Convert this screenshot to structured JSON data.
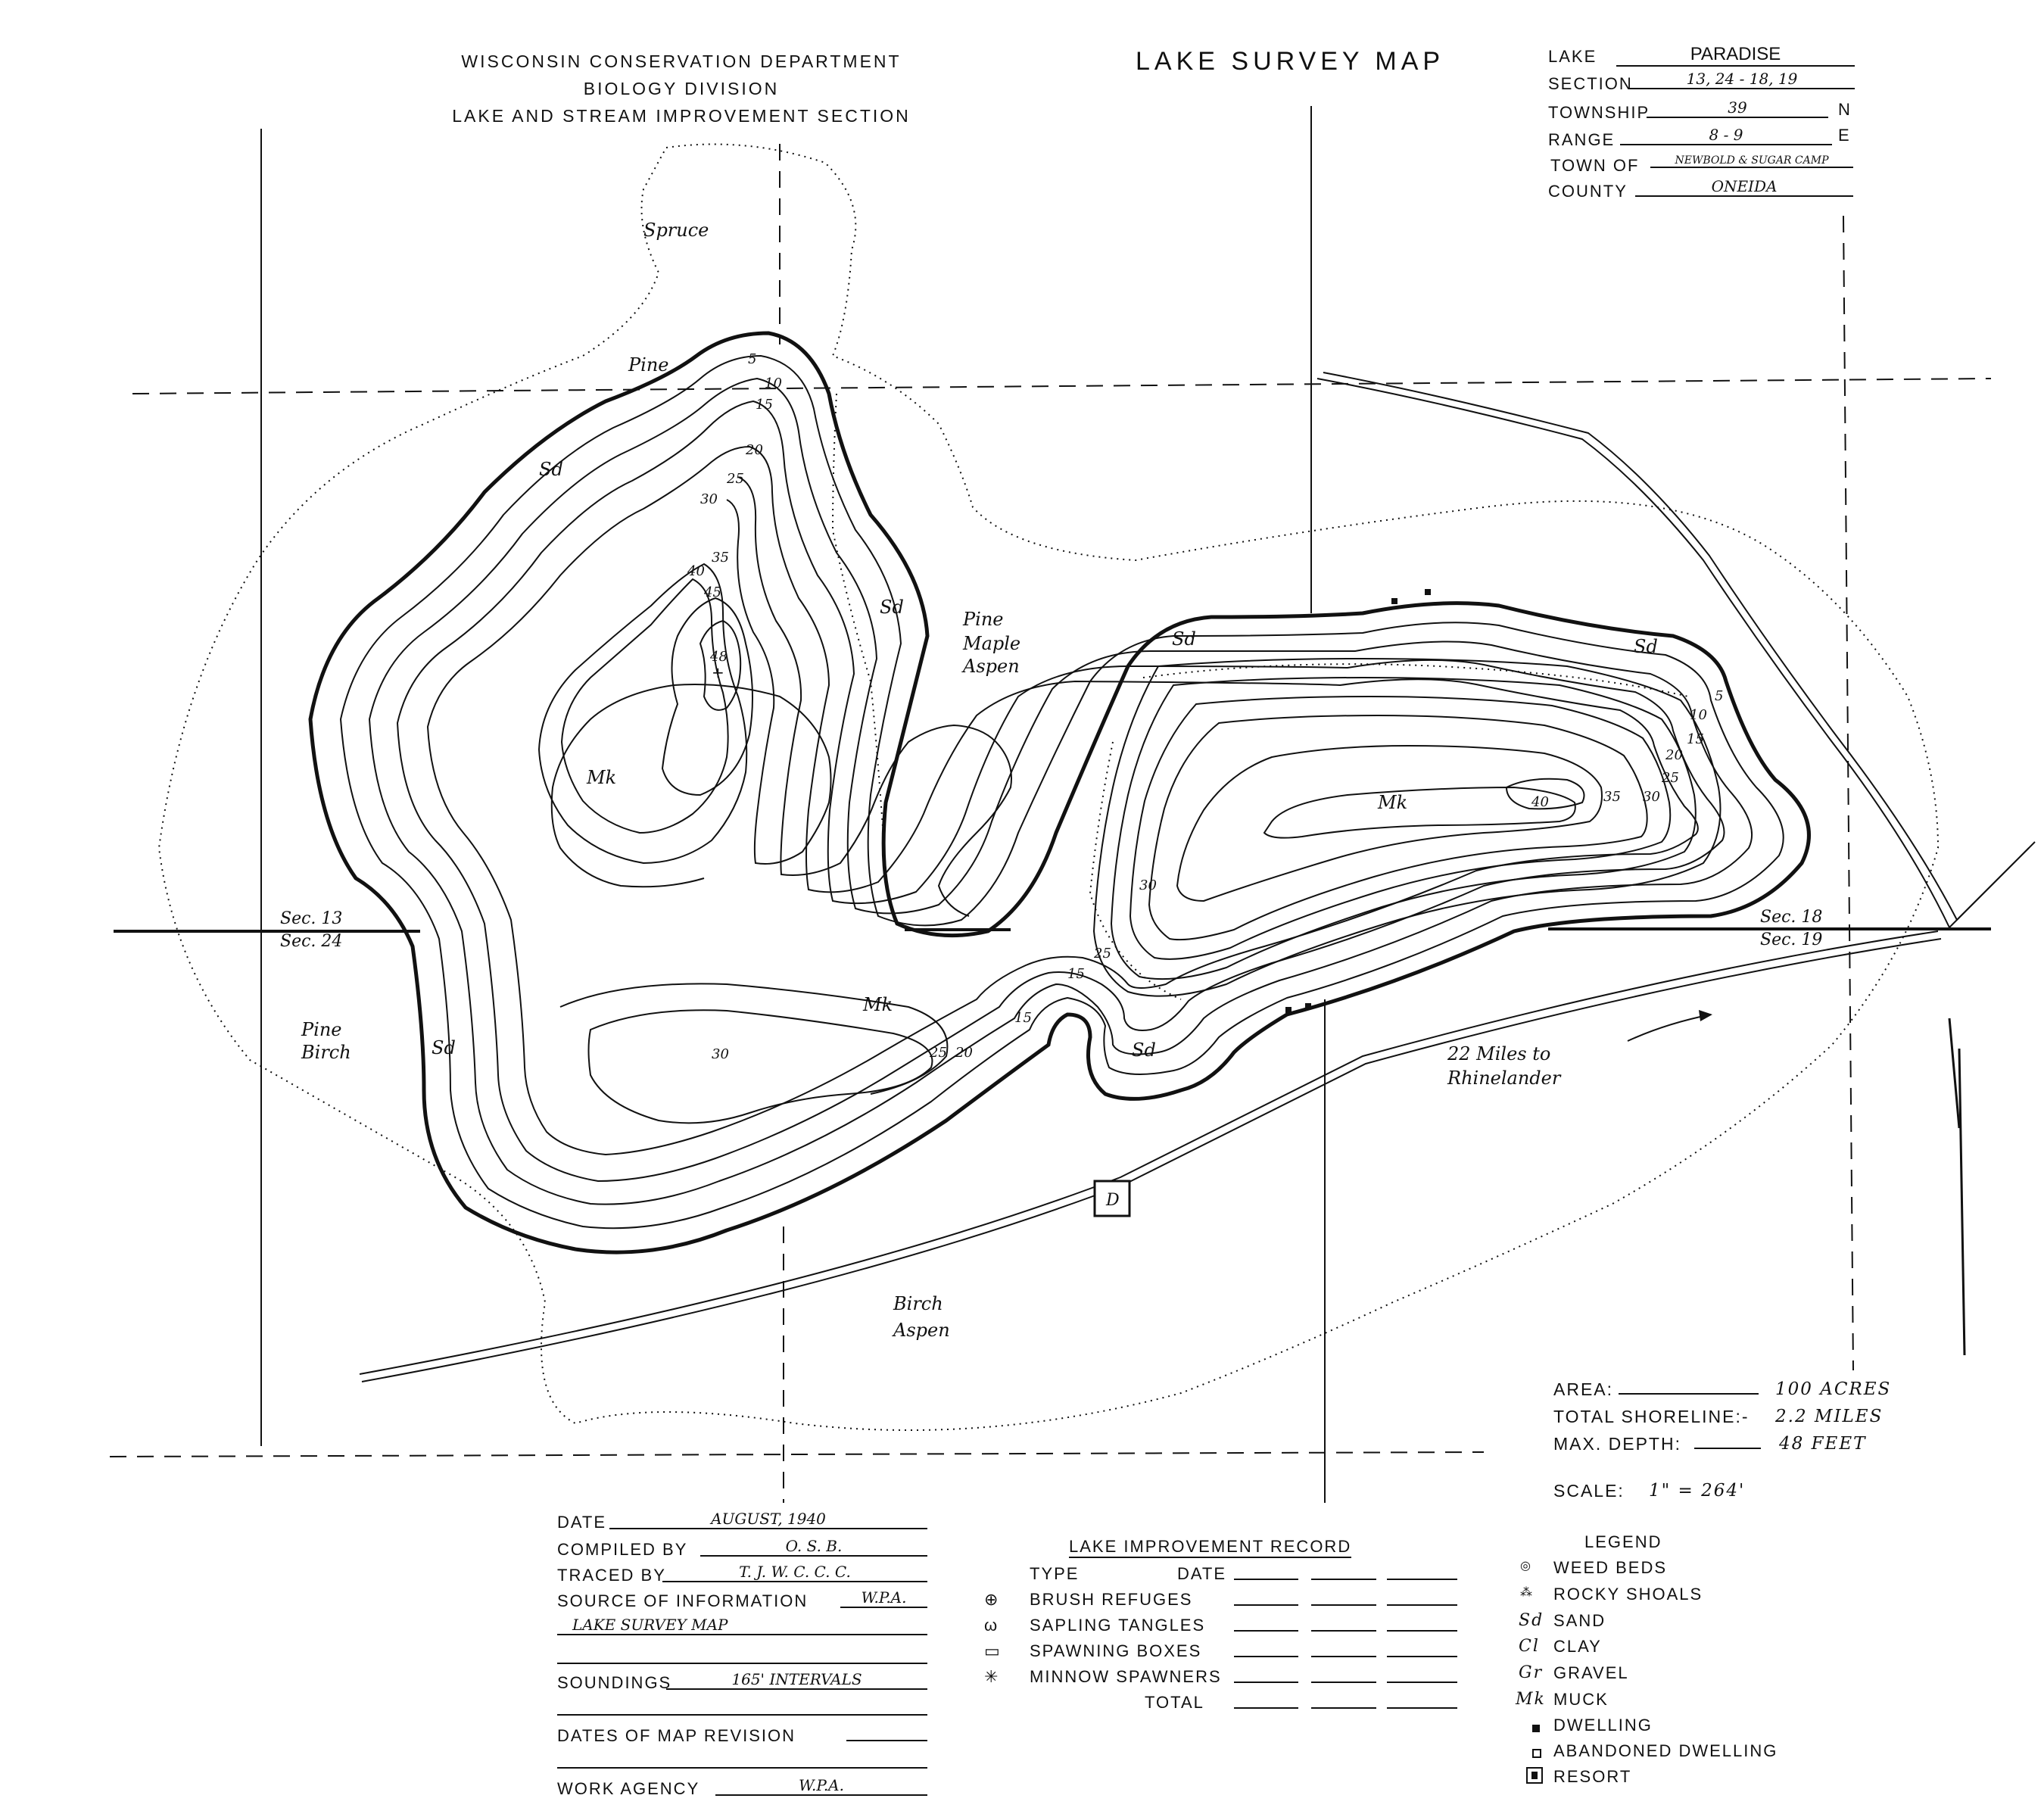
{
  "header": {
    "line1": "WISCONSIN CONSERVATION DEPARTMENT",
    "line2": "BIOLOGY DIVISION",
    "line3": "LAKE AND STREAM IMPROVEMENT SECTION",
    "title": "LAKE SURVEY MAP"
  },
  "lake_info": {
    "lake_label": "LAKE",
    "lake": "PARADISE",
    "section_label": "SECTION",
    "section": "13, 24 - 18, 19",
    "township_label": "TOWNSHIP",
    "township": "39",
    "township_dir": "N",
    "range_label": "RANGE",
    "range": "8 - 9",
    "range_dir": "E",
    "town_label": "TOWN OF",
    "town": "NEWBOLD & SUGAR CAMP",
    "county_label": "COUNTY",
    "county": "ONEIDA"
  },
  "map_labels": {
    "spruce": "Spruce",
    "pine_n": "Pine",
    "pine_maple_aspen_1": "Pine",
    "pine_maple_aspen_2": "Maple",
    "pine_maple_aspen_3": "Aspen",
    "pine_birch_1": "Pine",
    "pine_birch_2": "Birch",
    "birch_aspen_1": "Birch",
    "birch_aspen_2": "Aspen",
    "sec13": "Sec. 13",
    "sec24": "Sec. 24",
    "sec18": "Sec. 18",
    "sec19": "Sec. 19",
    "road_note_1": "22 Miles to",
    "road_note_2": "Rhinelander",
    "resort_letter": "D",
    "sd": "Sd",
    "mk": "Mk",
    "max_depth_mark": "48",
    "depths_west": [
      "5",
      "10",
      "15",
      "20",
      "25",
      "30",
      "35",
      "40",
      "45"
    ],
    "depths_east": [
      "5",
      "10",
      "15",
      "20",
      "25",
      "30",
      "35",
      "40"
    ],
    "depths_south": [
      "30",
      "25",
      "20",
      "15",
      "25",
      "15",
      "30"
    ]
  },
  "stats": {
    "area_label": "AREA:",
    "area": "100 ACRES",
    "shoreline_label": "TOTAL SHORELINE:-",
    "shoreline": "2.2 MILES",
    "depth_label": "MAX. DEPTH:",
    "depth": "48 FEET",
    "scale_label": "SCALE:",
    "scale": "1\" = 264'"
  },
  "record": {
    "date_label": "DATE",
    "date": "AUGUST, 1940",
    "compiled_label": "COMPILED BY",
    "compiled": "O. S. B.",
    "traced_label": "TRACED BY",
    "traced": "T. J. W.    C. C. C.",
    "source_label": "SOURCE OF INFORMATION",
    "source": "W.P.A.",
    "source_2": "LAKE SURVEY MAP",
    "soundings_label": "SOUNDINGS",
    "soundings": "165' INTERVALS",
    "revision_label": "DATES OF MAP REVISION",
    "agency_label": "WORK AGENCY",
    "agency": "W.P.A."
  },
  "improvement": {
    "title": "LAKE IMPROVEMENT RECORD",
    "type_label": "TYPE",
    "date_label": "DATE",
    "items": [
      "BRUSH REFUGES",
      "SAPLING TANGLES",
      "SPAWNING BOXES",
      "MINNOW SPAWNERS"
    ],
    "total": "TOTAL"
  },
  "legend": {
    "title": "LEGEND",
    "items": [
      {
        "symbol": "",
        "label": "WEED BEDS"
      },
      {
        "symbol": "",
        "label": "ROCKY SHOALS"
      },
      {
        "symbol": "Sd",
        "label": "SAND"
      },
      {
        "symbol": "Cl",
        "label": "CLAY"
      },
      {
        "symbol": "Gr",
        "label": "GRAVEL"
      },
      {
        "symbol": "Mk",
        "label": "MUCK"
      },
      {
        "symbol": "",
        "label": "DWELLING"
      },
      {
        "symbol": "",
        "label": "ABANDONED DWELLING"
      },
      {
        "symbol": "",
        "label": "RESORT"
      }
    ]
  }
}
